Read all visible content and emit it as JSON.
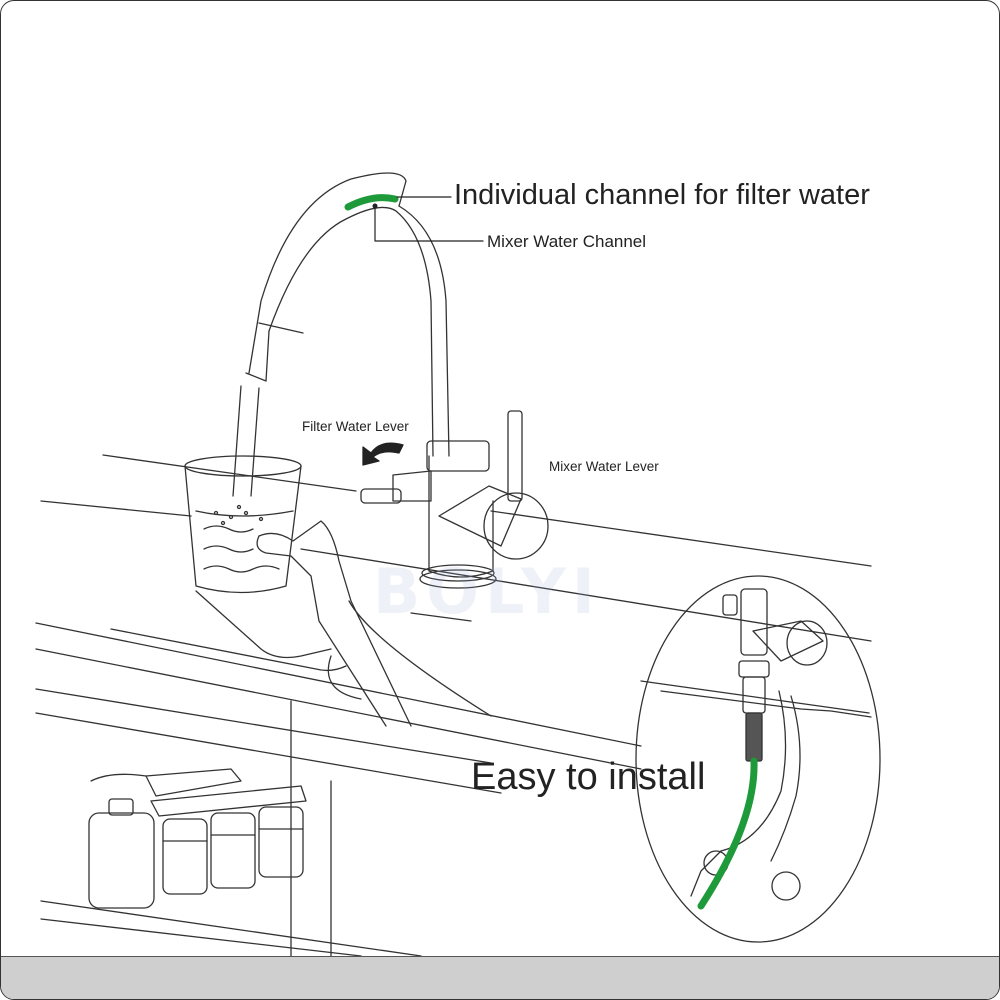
{
  "labels": {
    "filter_channel": "Individual channel for filter water",
    "mixer_channel": "Mixer Water Channel",
    "filter_lever": "Filter Water Lever",
    "mixer_lever": "Mixer Water Lever",
    "headline": "Easy to install",
    "watermark": "BOLYI"
  },
  "colors": {
    "filter_channel_green": "#1f9a3a",
    "line": "#333333",
    "footer_band": "#cfcfcf"
  },
  "icons": [
    "faucet",
    "water-glass",
    "hand",
    "rotate-arrow",
    "filter-cartridges",
    "install-detail-magnifier"
  ]
}
